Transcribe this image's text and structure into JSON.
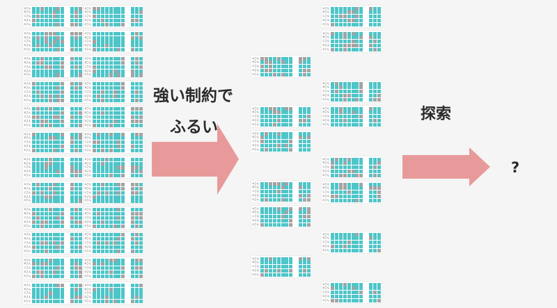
{
  "captions": {
    "strong_constraint": "強い制約で",
    "filter": "ふるい",
    "search": "探索",
    "question": "?"
  },
  "row_labels": [
    "Aさん",
    "Bさん",
    "Cさん",
    "Dさん",
    "Eさん"
  ],
  "colors": {
    "slot_available": "#4ec5c8",
    "slot_unavailable": "#a3a3a3",
    "arrow": "#e89a9a",
    "caption_text": "#2b2b2b",
    "background": "#f5f5f5"
  },
  "icons": [
    "arrow-right-icon",
    "arrow-right-icon"
  ]
}
